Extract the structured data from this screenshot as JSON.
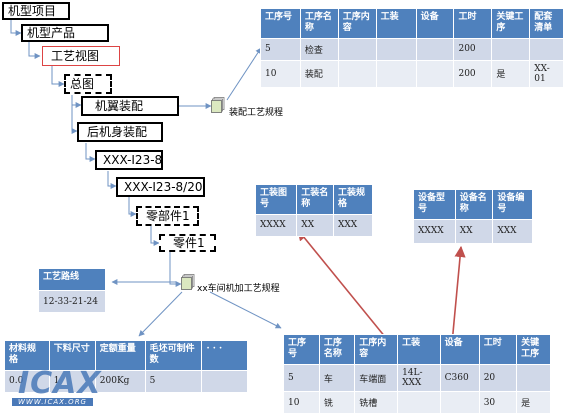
{
  "tree": {
    "n1": "机型项目",
    "n2": "机型产品",
    "n3": "工艺视图",
    "n4": "总图",
    "n5": "机翼装配",
    "n6": "后机身装配",
    "n7": "XXX-I23-8",
    "n8": "XXX-I23-8/20",
    "n9": "零部件1",
    "n10": "零件1"
  },
  "docs": {
    "assembly_doc": "装配工艺规程",
    "machining_doc": "xx车间机加工艺规程"
  },
  "assembly_table": {
    "headers": [
      "工序号",
      "工序名称",
      "工序内容",
      "工装",
      "设备",
      "工时",
      "关键工序",
      "配套清单"
    ],
    "rows": [
      [
        "5",
        "检查",
        "",
        "",
        "",
        "200",
        "",
        ""
      ],
      [
        "10",
        "装配",
        "",
        "",
        "",
        "200",
        "是",
        "XX-01"
      ]
    ]
  },
  "tooling_table": {
    "headers": [
      "工装图号",
      "工装名称",
      "工装规格"
    ],
    "rows": [
      [
        "XXXX",
        "XX",
        "XXX"
      ]
    ]
  },
  "equipment_table": {
    "headers": [
      "设备型号",
      "设备名称",
      "设备编号"
    ],
    "rows": [
      [
        "XXXX",
        "XX",
        "XXX"
      ]
    ]
  },
  "route_table": {
    "header": "工艺路线",
    "value": "12-33-21-24"
  },
  "material_table": {
    "headers": [
      "材料规格",
      "下料尺寸",
      "定额重量",
      "毛坯可制件数",
      "· · ·"
    ],
    "rows": [
      [
        "0.0",
        "1",
        "200Kg",
        "5",
        ""
      ]
    ]
  },
  "process_table": {
    "headers": [
      "工序号",
      "工序名称",
      "工序内容",
      "工装",
      "设备",
      "工时",
      "关键工序"
    ],
    "rows": [
      [
        "5",
        "车",
        "车端面",
        "14L-XXX",
        "C360",
        "20",
        ""
      ],
      [
        "10",
        "铣",
        "铣槽",
        "",
        "",
        "30",
        "是"
      ]
    ]
  },
  "colors": {
    "header_blue": "#4f81bd",
    "row_light": "#d0d8e8",
    "row_lighter": "#e9edf4",
    "connector": "#6f93c3",
    "link_red": "#c0504d"
  },
  "watermark": {
    "logo": "ICAX",
    "url": "WWW.ICAX.ORG"
  }
}
